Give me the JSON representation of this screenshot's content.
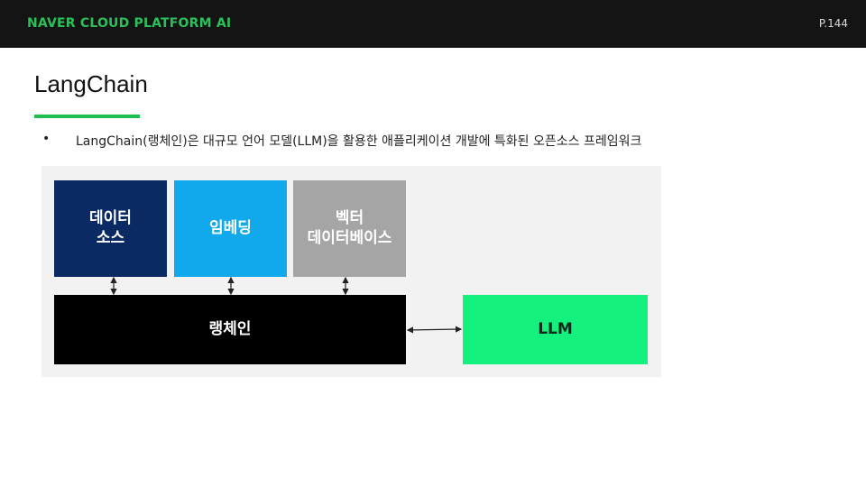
{
  "header": {
    "brand": "NAVER CLOUD PLATFORM  AI",
    "page_number": "P.144"
  },
  "slide": {
    "title": "LangChain",
    "bullet_marker": "•",
    "bullet": "LangChain(랭체인)은 대규모 언어 모델(LLM)을 활용한 애플리케이션 개발에 특화된 오픈소스 프레임워크"
  },
  "diagram": {
    "boxes": {
      "source_line1": "데이터",
      "source_line2": "소스",
      "embedding": "임베딩",
      "vector_line1": "벡터",
      "vector_line2": "데이터베이스",
      "langchain": "랭체인",
      "llm": "LLM"
    },
    "colors": {
      "source": "#0b2a63",
      "embedding": "#12a8ec",
      "vector_db": "#a5a5a5",
      "langchain": "#000000",
      "llm": "#14f17f",
      "accent": "#1fbf4f"
    }
  }
}
